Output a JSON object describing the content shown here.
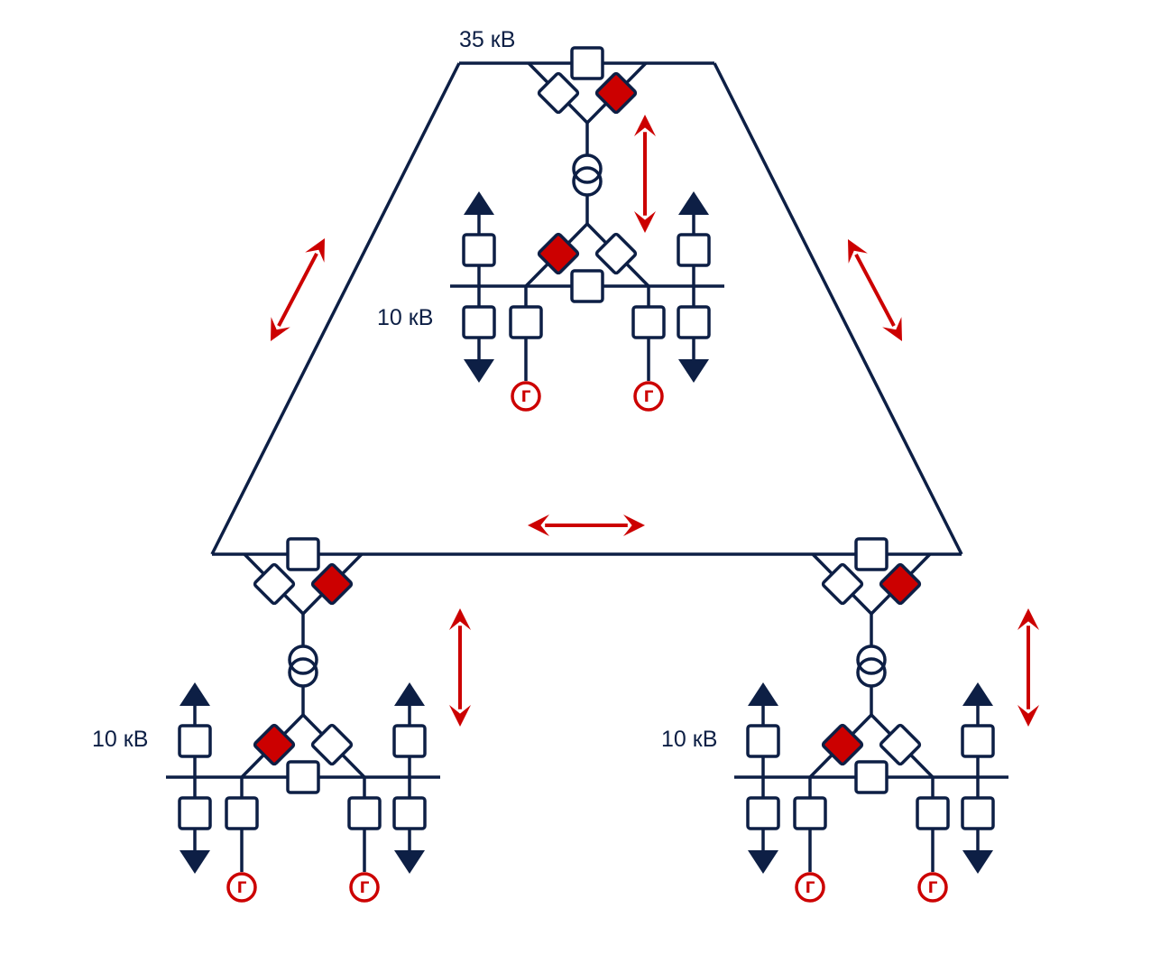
{
  "labels": {
    "hv_bus": "35 кВ",
    "mv_bus": "10 кВ"
  },
  "generator_symbol": "Г",
  "colors": {
    "line": "#0d1f45",
    "accent": "#cc0000",
    "background": "#ffffff"
  },
  "substations": [
    {
      "name": "top",
      "hv_label": "35 кВ",
      "mv_label": "10 кВ"
    },
    {
      "name": "bottom-left",
      "mv_label": "10 кВ"
    },
    {
      "name": "bottom-right",
      "mv_label": "10 кВ"
    }
  ]
}
